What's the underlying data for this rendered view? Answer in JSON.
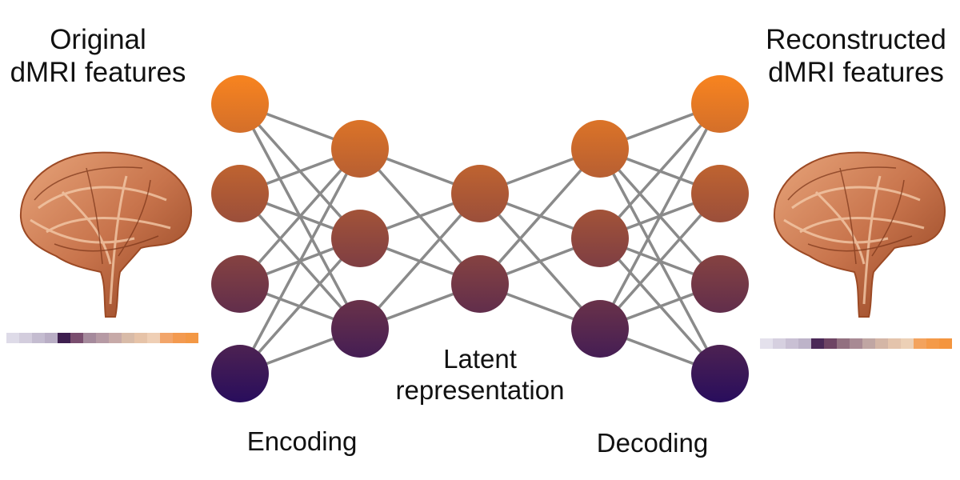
{
  "labels": {
    "original_line1": "Original",
    "original_line2": "dMRI features",
    "reconstructed_line1": "Reconstructed",
    "reconstructed_line2": "dMRI features",
    "latent_line1": "Latent",
    "latent_line2": "representation",
    "encoding": "Encoding",
    "decoding": "Decoding"
  },
  "network": {
    "layer_sizes": [
      4,
      3,
      2,
      3,
      4
    ],
    "colors": {
      "top": "#f58220",
      "bottom": "#2a0e5c",
      "edge": "#8a8a8a"
    }
  },
  "feature_strips": {
    "original": [
      "#dedbe8",
      "#d3cddd",
      "#c4bcd0",
      "#b9aec5",
      "#3e1f4f",
      "#7a4e6f",
      "#a58a9c",
      "#b69aa4",
      "#c7aaa8",
      "#d8bba8",
      "#e6c3a8",
      "#efcfb5",
      "#f2a56a",
      "#f39a50",
      "#f39845"
    ],
    "reconstructed": [
      "#e4e1ec",
      "#d6d0e0",
      "#c9c0d4",
      "#bdb3c9",
      "#4a2857",
      "#6e4464",
      "#927080",
      "#a88a94",
      "#c0a6a3",
      "#d4b6a6",
      "#e4c4ac",
      "#ecd0b6",
      "#f3a35e",
      "#f49a49",
      "#f4953f"
    ]
  }
}
